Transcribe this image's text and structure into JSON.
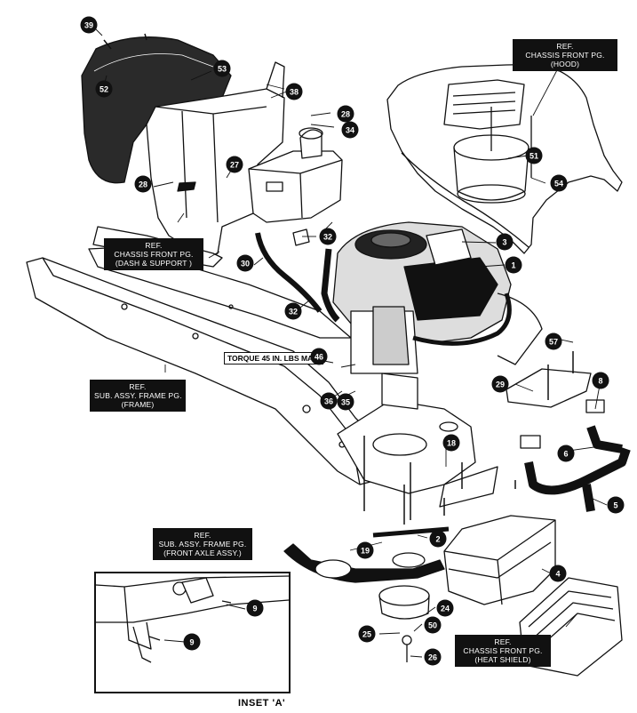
{
  "refs": {
    "hood": [
      "REF.",
      "CHASSIS FRONT PG.",
      "(HOOD)"
    ],
    "dash": [
      "REF.",
      "CHASSIS FRONT PG.",
      "(DASH & SUPPORT )"
    ],
    "frame": [
      "REF.",
      "SUB. ASSY. FRAME PG.",
      "(FRAME)"
    ],
    "front_axle": [
      "REF.",
      "SUB. ASSY. FRAME PG.",
      "(FRONT AXLE ASSY.)"
    ],
    "heat_shield": [
      "REF.",
      "CHASSIS FRONT PG.",
      "(HEAT SHIELD)"
    ]
  },
  "torque_note": "TORQUE 45 IN. LBS MAX.",
  "inset_label": "INSET 'A'",
  "callouts": {
    "c39": "39",
    "c53": "53",
    "c52": "52",
    "c38": "38",
    "c28a": "28",
    "c34": "34",
    "c27": "27",
    "c28b": "28",
    "c51": "51",
    "c54": "54",
    "c32a": "32",
    "c3": "3",
    "c1": "1",
    "c30": "30",
    "c32b": "32",
    "c57": "57",
    "c29": "29",
    "c8": "8",
    "c46": "46",
    "c36": "36",
    "c35": "35",
    "c18": "18",
    "c6": "6",
    "c5": "5",
    "c2": "2",
    "c19": "19",
    "c4": "4",
    "c24": "24",
    "c25": "25",
    "c50": "50",
    "c26": "26",
    "c9a": "9",
    "c9b": "9"
  }
}
